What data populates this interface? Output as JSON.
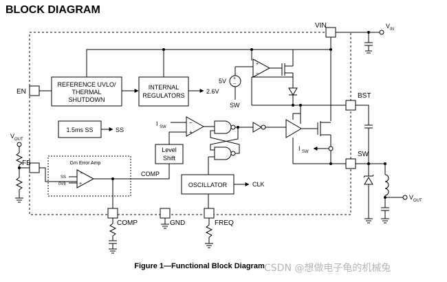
{
  "heading": "BLOCK DIAGRAM",
  "caption": "Figure 1—Functional Block Diagram",
  "watermark": "CSDN @想做电子龟的机械兔",
  "blocks": {
    "ref_uvlo": [
      "REFERENCE UVLO/",
      "THERMAL",
      "SHUTDOWN"
    ],
    "internal_regulators": [
      "INTERNAL",
      "REGULATORS"
    ],
    "soft_start": "1.5ms SS",
    "level_shift": [
      "Level",
      "Shift"
    ],
    "oscillator": "OSCILLATOR",
    "gm_amp": "Gm Error Amp"
  },
  "pins": {
    "en": "EN",
    "vin": "VIN",
    "bst": "BST",
    "sw": "SW",
    "fb": "FB",
    "comp": "COMP",
    "gnd": "GND",
    "freq": "FREQ"
  },
  "signals": {
    "v_2_6": "2.6V",
    "ss": "SS",
    "clk": "CLK",
    "comp": "COMP",
    "v5": "5V",
    "sw_ref": "SW",
    "amp_ss": "SS",
    "amp_0v8": "0V8",
    "isw_top": "I",
    "isw_top_sub": "SW",
    "isw_bot": "I",
    "isw_bot_sub": "SW",
    "vin_ext": "V",
    "vin_ext_sub": "IN",
    "vout_left": "V",
    "vout_left_sub": "OUT",
    "vout_right": "V",
    "vout_right_sub": "OUT"
  }
}
